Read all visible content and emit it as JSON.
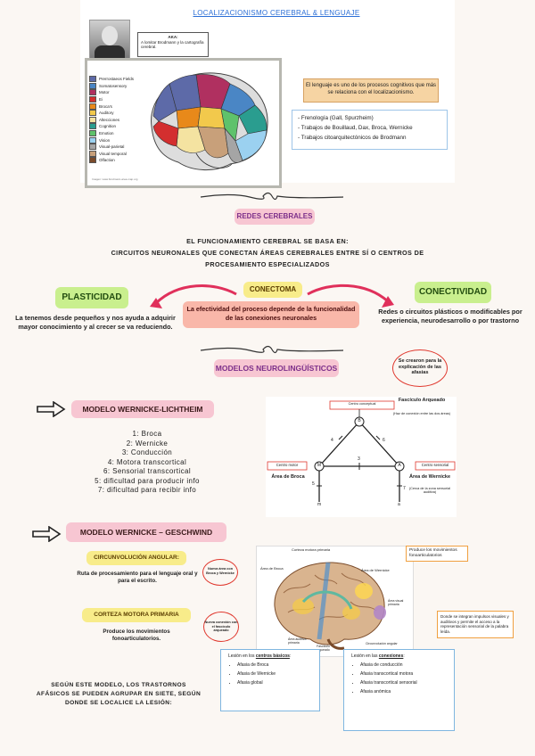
{
  "header": {
    "title": "LOCALIZACIONISMO CEREBRAL & LENGUAJE",
    "aka_label": "AKA:",
    "aka_text": "A lomitar Brodmann y la cartografía cerebral.",
    "source_caption": "Imagen: www.brodmann-area-map.org"
  },
  "brain_legend": [
    {
      "label": "Prerrostaeos Fields",
      "color": "#5d6aa8"
    },
    {
      "label": "Somatosensory",
      "color": "#4a86c5"
    },
    {
      "label": "Motor",
      "color": "#b03060"
    },
    {
      "label": "Ei",
      "color": "#d32f2f"
    },
    {
      "label": "Broca's",
      "color": "#e8891a"
    },
    {
      "label": "Auditory",
      "color": "#f2c94c"
    },
    {
      "label": "Altecciones",
      "color": "#f4e3a1"
    },
    {
      "label": "Cognition",
      "color": "#2a9d8f"
    },
    {
      "label": "Emotion",
      "color": "#5fc26b"
    },
    {
      "label": "Vision",
      "color": "#9bd1f0"
    },
    {
      "label": "Visual-parietal",
      "color": "#a5a5a5"
    },
    {
      "label": "Visual temporal",
      "color": "#c8a07a"
    },
    {
      "label": "Olfaction",
      "color": "#7b4b2a"
    }
  ],
  "lang_box": "El lenguaje es uno de los procesos cognitivos que más se relaciona con el localizacionismo.",
  "theories": [
    "- Frenología (Gall, Spurzheim)",
    "- Trabajos de Bouillaud, Dax, Broca, Wernicke",
    "- Trabajos citoarquitectónicos de Brodmann"
  ],
  "section2": {
    "pill": "REDES CEREBRALES",
    "line1": "EL FUNCIONAMIENTO CEREBRAL SE BASA EN:",
    "line2": "CIRCUITOS NEURONALES QUE CONECTAN ÁREAS CEREBRALES ENTRE SÍ O CENTROS DE",
    "line3": "PROCESAMIENTO ESPECIALIZADOS"
  },
  "plasticidad": {
    "title": "PLASTICIDAD",
    "text": "La tenemos desde pequeños y nos ayuda a adquirir mayor conocimiento y al crecer se va reduciendo."
  },
  "conectoma": {
    "title": "CONECTOMA",
    "text": "La efectividad del proceso depende de la funcionalidad de las conexiones neuronales"
  },
  "conectividad": {
    "title": "CONECTIVIDAD",
    "text": "Redes o circuitos plásticos o modificables por experiencia, neurodesarrollo o por trastorno"
  },
  "modelos": {
    "pill": "MODELOS NEUROLINGÜÍSTICOS",
    "note": "Se crearon para la explicación de las afasias"
  },
  "wernicke_lichtheim": {
    "title": "MODELO WERNICKE-LICHTHEIM",
    "items": [
      "1: Broca",
      "2: Wernicke",
      "3: Conducción",
      "4: Motora transcortical",
      "6: Sensorial transcortical",
      "5: dificultad para producir info",
      "7: dificultad para recibir info"
    ]
  },
  "diagram": {
    "top_box": "Centro conceptual",
    "fasciculo": "Fascículo Arqueado",
    "fasciculo_sub": "(Haz de conexión entre las dos áreas)",
    "left_box": "Centro motor",
    "right_box": "Centro sensorial",
    "broca": "Área de Broca",
    "wernicke": "Área de Wernicke",
    "wernicke_sub": "(Cerca de la zona sensorial auditiva)",
    "node_b": "B",
    "node_m": "M",
    "node_a": "A",
    "nums": [
      "1",
      "2",
      "3",
      "4",
      "5",
      "6",
      "7"
    ],
    "small_m": "m",
    "small_a": "a"
  },
  "geschwind": {
    "title": "MODELO WERNICKE – GESCHWIND",
    "circ_title": "CIRCUNVOLUCIÓN ANGULAR:",
    "circ_text": "Ruta de procesamiento para el lenguaje oral y para el escrito.",
    "circ_note": "Nueva área con Broca y Wernicke",
    "motor_title": "CORTEZA MOTORA PRIMARIA",
    "motor_text": "Produce los movimientos fonoarticulatorios.",
    "motor_note": "Nueva conexión con el fascículo arqueado"
  },
  "brain2": {
    "top_label": "Corteza motora primaria",
    "produce_label": "Produce los movimientos fonoarticulatorios",
    "labels": [
      "Área de Broca",
      "Área de Wernicke",
      "Área visual primaria",
      "Área auditiva primaria",
      "Circunvolución angular",
      "Fascículo arqueado"
    ],
    "integra_label": "Donde se integran impulsos visuales y auditivos y permite el acceso a la representación sensorial de la palabra leída."
  },
  "afasias": {
    "intro": "SEGÚN ESTE MODELO, LOS TRASTORNOS AFÁSICOS SE PUEDEN AGRUPAR EN SIETE, SEGÚN DONDE SE LOCALICE LA LESIÓN:",
    "left_title_prefix": "Lesión en los",
    "left_title_key": "centros básicos",
    "left_items": [
      "Afasia de Broca",
      "Afasia de Wernicke",
      "Afasia global"
    ],
    "right_title_prefix": "Lesión en las",
    "right_title_key": "conexiones",
    "right_items": [
      "Afasia de conducción",
      "Afasia transcortical motora",
      "Afasia transcortical sensorial",
      "Afasia anómica"
    ]
  }
}
